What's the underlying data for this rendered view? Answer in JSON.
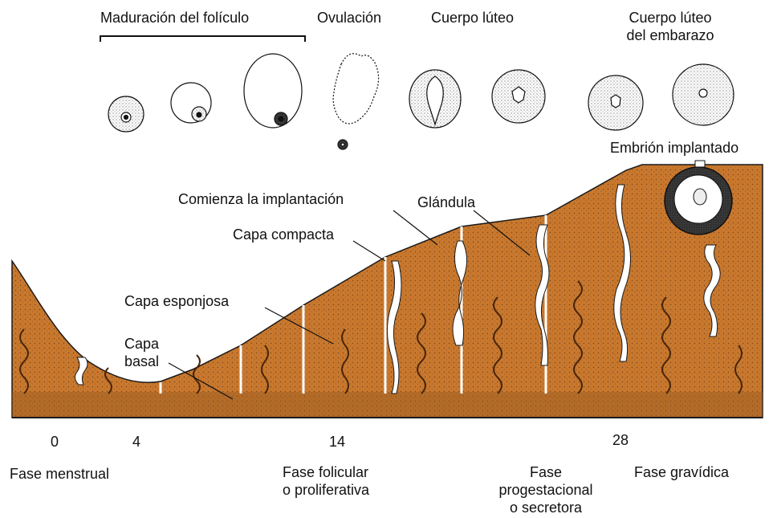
{
  "ovary": {
    "bracket_label": "Maduración del folículo",
    "ovulation": "Ovulación",
    "corpus_luteum": "Cuerpo lúteo",
    "corpus_luteum_pregnancy_line1": "Cuerpo lúteo",
    "corpus_luteum_pregnancy_line2": "del embarazo"
  },
  "endometrium": {
    "implanted_embryo": "Embrión implantado",
    "implantation_begins": "Comienza la implantación",
    "gland": "Glándula",
    "compact_layer": "Capa compacta",
    "spongy_layer": "Capa esponjosa",
    "basal_layer_line1": "Capa",
    "basal_layer_line2": "basal"
  },
  "days": [
    "0",
    "4",
    "14",
    "28"
  ],
  "phases": {
    "menstrual": "Fase menstrual",
    "follicular_line1": "Fase folicular",
    "follicular_line2": "o proliferativa",
    "secretory_line1": "Fase",
    "secretory_line2": "progestacional",
    "secretory_line3": "o secretora",
    "gravid": "Fase gravídica"
  },
  "colors": {
    "tissue": "#c8782e",
    "tissue_dark": "#9a5a22",
    "ink": "#1a1a1a",
    "background": "#ffffff"
  }
}
